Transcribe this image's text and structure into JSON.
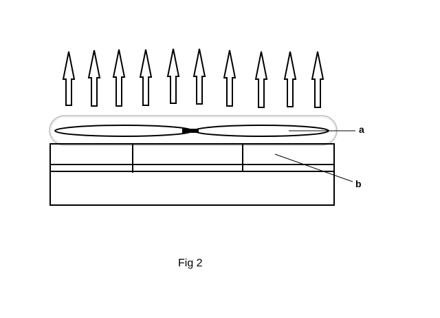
{
  "labels": {
    "a": "a",
    "b": "b"
  },
  "caption": "Fig 2",
  "arrows": {
    "count": 10,
    "stroke": "#000000",
    "fill": "#ffffff"
  },
  "colors": {
    "line": "#000000",
    "background": "#ffffff",
    "halo": "#bdbdbd"
  }
}
